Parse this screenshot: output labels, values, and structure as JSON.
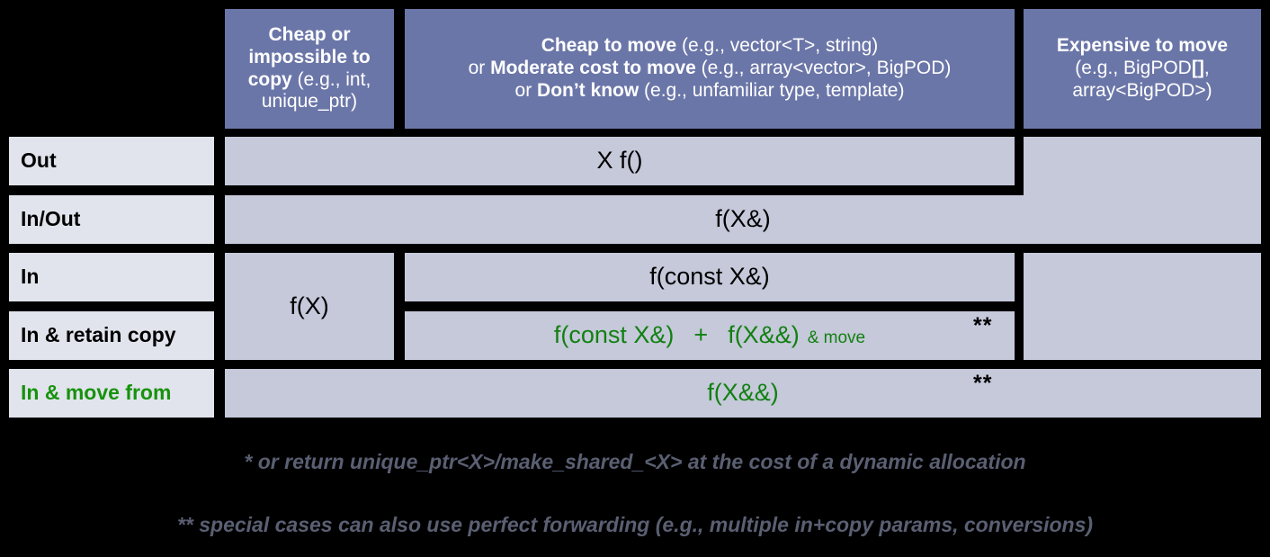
{
  "slide": {
    "background_color": "#000000",
    "header_color": "#6b76a8",
    "cell_color": "#c5c9da",
    "row_label_color": "#e1e4ec",
    "green_accent": "#128011",
    "footnote_color": "#5a5f72"
  },
  "corner": {
    "label": ""
  },
  "columns": [
    {
      "id": "cheap-or-impossible-to-copy",
      "line1_bold": "Cheap or",
      "line2_bold": "impossible to",
      "line3_bold": "copy",
      "line3_rest": " (e.g., int,",
      "line4_rest": "unique_ptr)"
    },
    {
      "id": "cheap-to-move",
      "line1_bold": "Cheap to move",
      "line1_rest": " (e.g., vector<T>, string)",
      "line2_pre": "or ",
      "line2_bold": "Moderate cost to move",
      "line2_rest": " (e.g., array<vector>, BigPOD)",
      "line3_pre": "or ",
      "line3_bold": "Don’t know",
      "line3_rest": " (e.g., unfamiliar type, template)"
    },
    {
      "id": "expensive-to-move",
      "line1_bold": "Expensive to move",
      "line2_rest": "(e.g., BigPOD",
      "line2_bold": "[]",
      "line2_tail": ",",
      "line3_rest": "array<BigPOD>)"
    }
  ],
  "rows": [
    {
      "id": "out",
      "label": "Out"
    },
    {
      "id": "in-out",
      "label": "In/Out"
    },
    {
      "id": "in",
      "label": "In"
    },
    {
      "id": "in-retain-copy",
      "label": "In & retain copy"
    },
    {
      "id": "in-move-from",
      "label": "In & move from",
      "green": true
    }
  ],
  "cells": {
    "out_wide": "X f()",
    "inout_wide": "f(X&)",
    "in_cheap_copy": "f(X)",
    "in_mid": "f(const X&)",
    "retain_copy_a": "f(const X&)",
    "retain_copy_plus": "+",
    "retain_copy_b": "f(X&&)",
    "retain_copy_suffix": "& move",
    "move_from": "f(X&&)",
    "star_marker": "**"
  },
  "footnotes": [
    "* or return unique_ptr<X>/make_shared_<X> at the cost of a dynamic allocation",
    "** special cases can also use perfect forwarding (e.g., multiple in+copy params, conversions)"
  ]
}
